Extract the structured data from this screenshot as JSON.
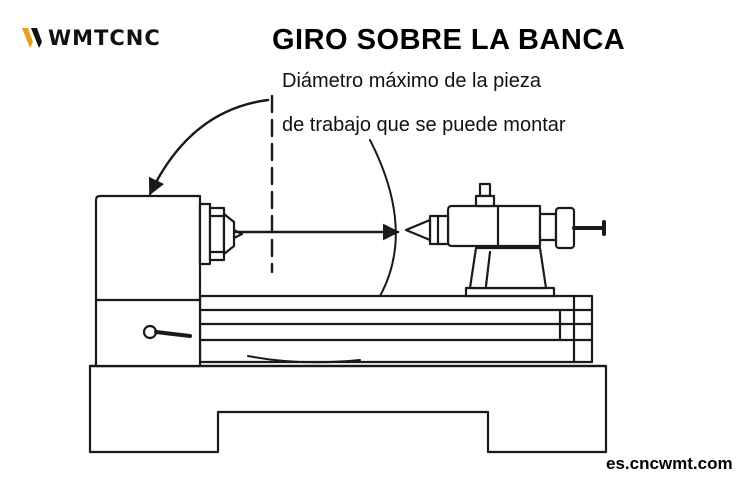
{
  "brand": {
    "logo_text": "WMTCNC",
    "logo_color": "#e8a21a"
  },
  "title": "GIRO SOBRE LA BANCA",
  "caption": {
    "line1": "Diámetro máximo de la pieza",
    "line2": "de trabajo que se puede montar"
  },
  "watermark": "es.cncwmt.com",
  "colors": {
    "line": "#1a1a1a",
    "background": "#ffffff"
  }
}
